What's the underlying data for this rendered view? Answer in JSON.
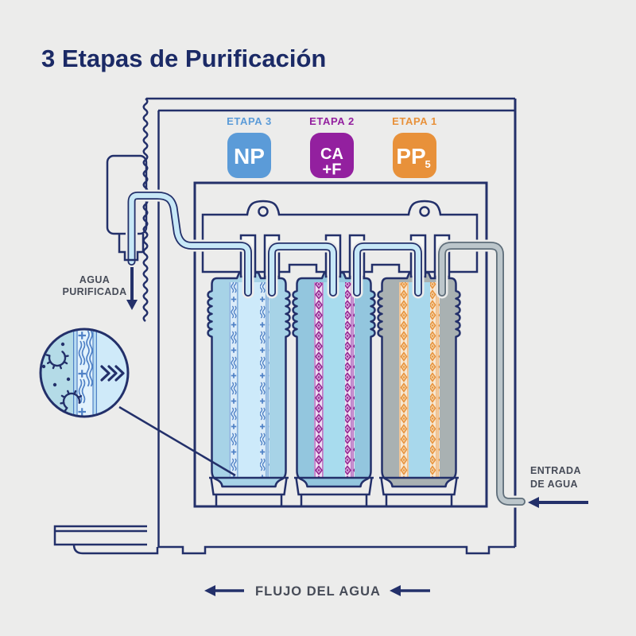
{
  "title": "3 Etapas de Purificación",
  "stages": [
    {
      "label": "ETAPA 3",
      "code": "NP",
      "color": "#5b9bd8"
    },
    {
      "label": "ETAPA 2",
      "code_top": "CA",
      "code_bottom": "+F",
      "color": "#93209f"
    },
    {
      "label": "ETAPA 1",
      "code": "PP",
      "code_sub": "5",
      "color": "#e8913a"
    }
  ],
  "labels": {
    "purified_water": [
      "AGUA",
      "PURIFICADA"
    ],
    "water_inlet": [
      "ENTRADA",
      "DE AGUA"
    ],
    "water_flow": "FLUJO DEL AGUA"
  },
  "colors": {
    "background": "#ececeb",
    "outline": "#23306a",
    "title_text": "#1b2a66",
    "label_text": "#474c58",
    "stage3_blue": "#5b9bd8",
    "stage2_purple": "#93209f",
    "stage1_orange": "#e8913a",
    "water_tube": "#c7e8f7",
    "inlet_tube": "#bcc6cb",
    "filter_np_body": "#a7d3e7",
    "filter_caf_body": "#93c6de",
    "filter_pp_body": "#a9b1b2"
  }
}
